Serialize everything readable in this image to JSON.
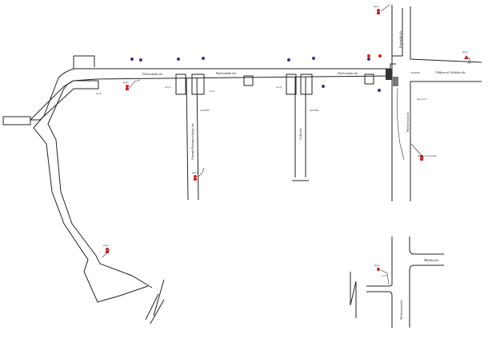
{
  "streets": {
    "main_street_1": "Dzielczańska ulic",
    "main_street_2": "Dzielczańska ulic",
    "main_street_3": "Dzielczańska ulic",
    "side_street_1": "Generała Krzyżanowskiego ulic",
    "side_street_2": "Cicha ulic",
    "north_street": "Kopernika ulic",
    "east_street": "Pułkowa ul. Kolejska ulic",
    "south_street": "Mickiewicza ulic",
    "south_street_2": "Mickiewicza ulic",
    "bottom_east_street": "Młyńska ulic"
  },
  "sign_label": "pzg.nr",
  "annotations": {
    "a1": "oz.C8",
    "a2": "oz.C12",
    "a3": "oz.C8",
    "a4": "ozn.00/000",
    "a5": "oz.C12",
    "a6": "ozn.00/000",
    "a7": "ozn.00/000",
    "a8": "opis oz.T13",
    "a9": "opis oz.T13 ozn.pzg.nr",
    "a10": "oz.C8"
  },
  "colors": {
    "red_sign": "#cc2222",
    "purple_sign": "#4b2a8a",
    "line": "#222222"
  }
}
